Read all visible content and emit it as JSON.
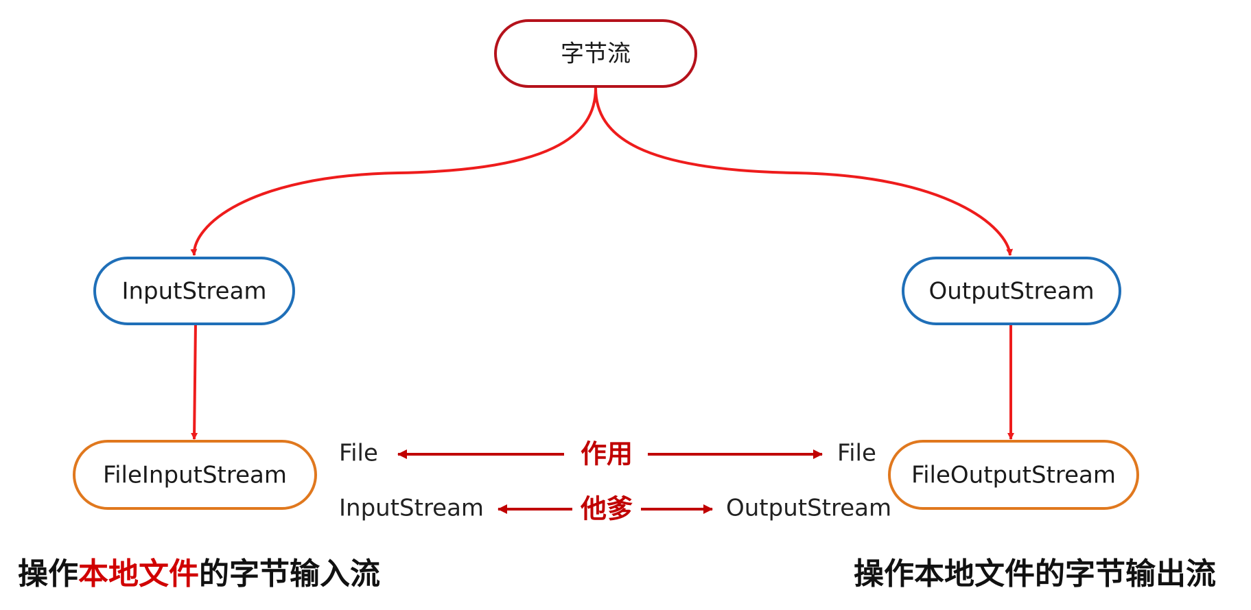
{
  "nodes": {
    "root": "字节流",
    "input_stream": "InputStream",
    "output_stream": "OutputStream",
    "file_input_stream": "FileInputStream",
    "file_output_stream": "FileOutputStream"
  },
  "relations": {
    "row1": {
      "left": "File",
      "center": "作用",
      "right": "File"
    },
    "row2": {
      "left": "InputStream",
      "center": "他爹",
      "right": "OutputStream"
    }
  },
  "captions": {
    "left": {
      "prefix": "操作",
      "highlight": "本地文件",
      "suffix": "的字节输入流"
    },
    "right": "操作本地文件的字节输出流"
  },
  "colors": {
    "root_border": "#b5121b",
    "stream_border": "#1f6fb8",
    "file_border": "#e0781e",
    "arrow_bright": "#ee1c1c",
    "arrow_dark": "#c00000",
    "highlight_text": "#d00000"
  }
}
